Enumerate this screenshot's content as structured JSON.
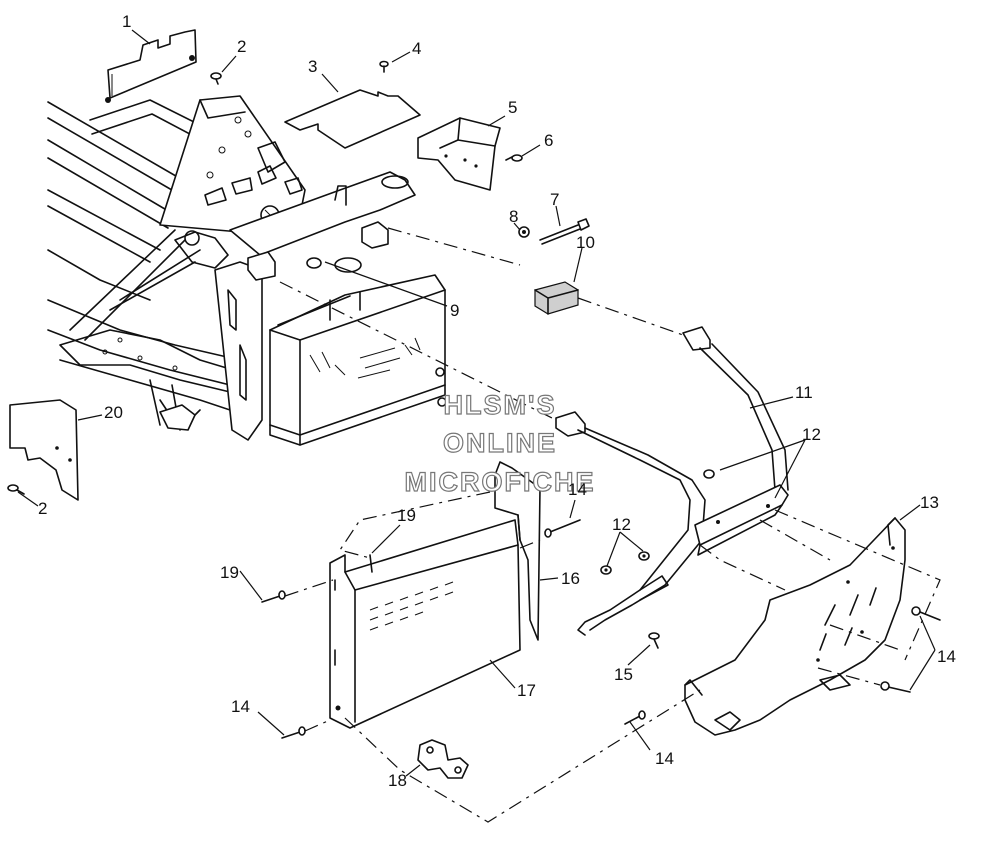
{
  "watermark": {
    "line1": "HLSM'S",
    "line2": "ONLINE",
    "line3": "MICROFICHE"
  },
  "callouts": {
    "c1": "1",
    "c2a": "2",
    "c2b": "2",
    "c3": "3",
    "c4": "4",
    "c5": "5",
    "c6": "6",
    "c7": "7",
    "c8": "8",
    "c9": "9",
    "c10": "10",
    "c11": "11",
    "c12a": "12",
    "c12b": "12",
    "c13": "13",
    "c14a": "14",
    "c14b": "14",
    "c14c": "14",
    "c14d": "14",
    "c15": "15",
    "c16": "16",
    "c17": "17",
    "c18": "18",
    "c19a": "19",
    "c19b": "19",
    "c20": "20"
  }
}
